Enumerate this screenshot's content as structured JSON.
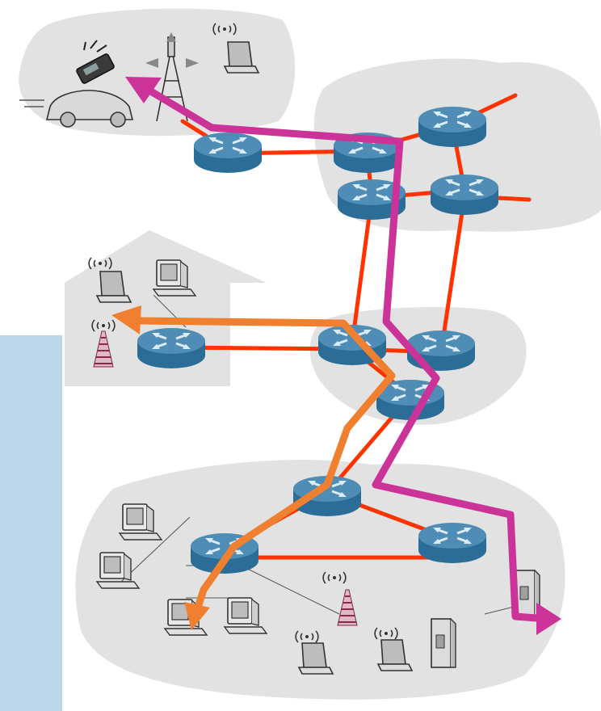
{
  "diagram": {
    "colors": {
      "link": "#ff3300",
      "path_a": "#cc3399",
      "path_b": "#f08030",
      "router_top": "#4f8db6",
      "router_side": "#2c6d97",
      "network_cloud": "#e2e2e2",
      "side_panel": "#bcd6ec"
    },
    "regions": [
      "mobile-network",
      "isp-core",
      "home-network",
      "regional-isp",
      "institutional-network"
    ],
    "routers": [
      "r-mobile",
      "r-core-top-a",
      "r-core-top-b",
      "r-core-mid-a",
      "r-core-mid-b",
      "r-home",
      "r-regional-a",
      "r-regional-b",
      "r-regional-c",
      "r-inst-a",
      "r-inst-b",
      "r-inst-c"
    ],
    "hosts": [
      "cell-phone",
      "car",
      "laptop",
      "cell-tower",
      "desktop-pc",
      "wireless-access-point",
      "server"
    ],
    "paths": [
      "magenta-path",
      "orange-path"
    ]
  }
}
